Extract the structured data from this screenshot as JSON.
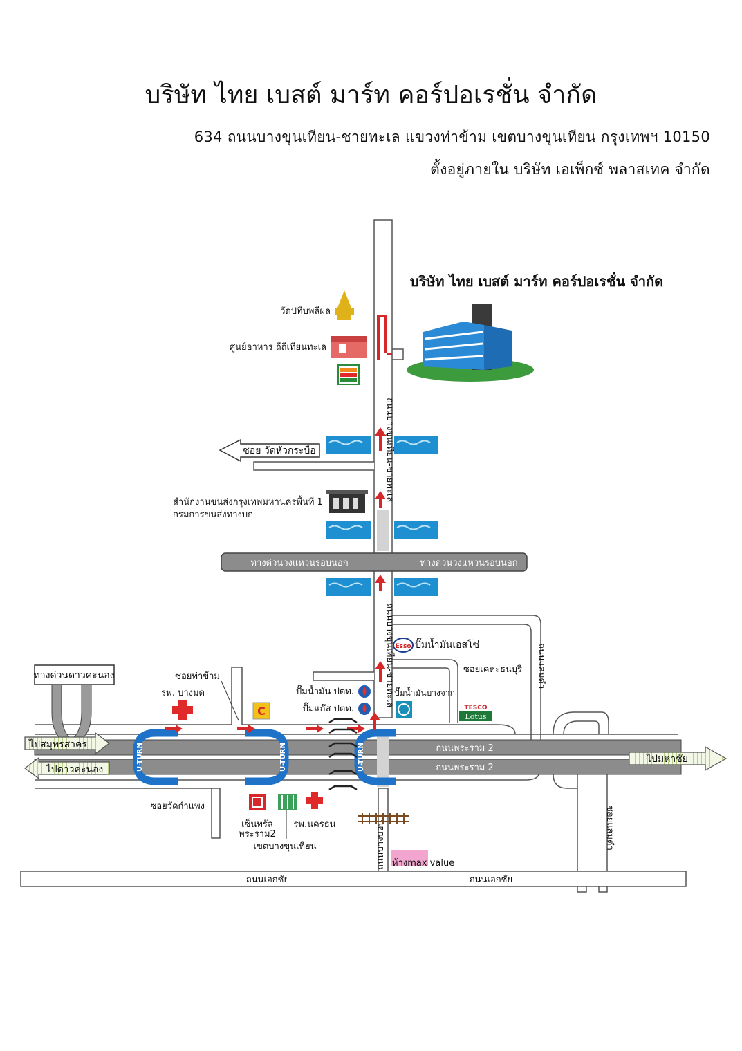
{
  "header": {
    "title": "บริษัท ไทย เบสต์ มาร์ท คอร์ปอเรชั่น จำกัด",
    "address": "634   ถนนบางขุนเทียน-ชายทะเล  แขวงท่าข้าม  เขตบางขุนเทียน  กรุงเทพฯ  10150",
    "located_in": "ตั้งอยู่ภายใน  บริษัท  เอเพ็กซ์  พลาสเทค  จำกัด"
  },
  "map": {
    "company_label": "บริษัท ไทย เบสต์ มาร์ท คอร์ปอเรชั่น จำกัด",
    "landmarks": {
      "temple": "วัดปทีบพลีผล",
      "food_center": "ศูนย์อาหาร ถีถีเทียนทะเล",
      "seven_eleven": "7-ELEVEN",
      "soi_wat": "ซอย วัดหัวกระบือ",
      "dlt_office_1": "สำนักงานขนส่งกรุงเทพมหานครพื้นที่ 1",
      "dlt_office_2": "กรมการขนส่งทางบก",
      "outer_ring_left": "ทางด่วนวงแหวนรอบนอก",
      "outer_ring_right": "ทางด่วนวงแหวนรอบนอก",
      "esso": "ปั๊มน้ำมันเอสโซ่",
      "esso_logo": "Esso",
      "ptt_oil": "ปั๊มน้ำมัน ปตท.",
      "ptt_gas": "ปั๊มแก๊ส ปตท.",
      "bangchak": "ปั๊มน้ำมันบางจาก",
      "soi_khehathon": "ซอยเคหะธนบุรี",
      "soi_saeng": "ซอยแสมดำ",
      "tesco": "TESCO",
      "lotus": "Lotus",
      "dao_khanong_expressway": "ทางด่วนดาวคะนอง",
      "soi_tha_kham": "ซอยท่าข้าม",
      "bangmod_hospital": "รพ. บางมด",
      "to_samut_sakhon": "ไปสมุทรสาคร",
      "to_dao_khanong": "ไปดาวคะนอง",
      "to_mahachai": "ไปมหาชัย",
      "rama2_a": "ถนนพระราม 2",
      "rama2_b": "ถนนพระราม 2",
      "uturn": "U-TURN",
      "soi_wat_kamphaeng": "ซอยวัดกำแพง",
      "central_1": "เซ็นทรัล",
      "central_2": "พระราม2",
      "nakhon_hospital": "รพ.นครธน",
      "bang_khun_thian_district": "เขตบางขุนเทียน",
      "road_bkt_upper": "ถนนบางขุนเทียน-ชายทะเล",
      "road_bkt_lower": "ถนนบางขุนเทียน-ชายทะเล",
      "road_bang_bon": "ถนนบางบอน",
      "road_kan_khet": "ถนนแสมดำ",
      "max_value": "ห้างmax value",
      "ekachai_left": "ถนนเอกชัย",
      "ekachai_right": "ถนนเอกชัย"
    }
  },
  "colors": {
    "road_gray": "#9a9a9a",
    "uturn_blue": "#1e73c8",
    "arrow_red": "#d62828",
    "water_blue": "#1e8fd0",
    "temple_gold": "#e0b21a"
  }
}
